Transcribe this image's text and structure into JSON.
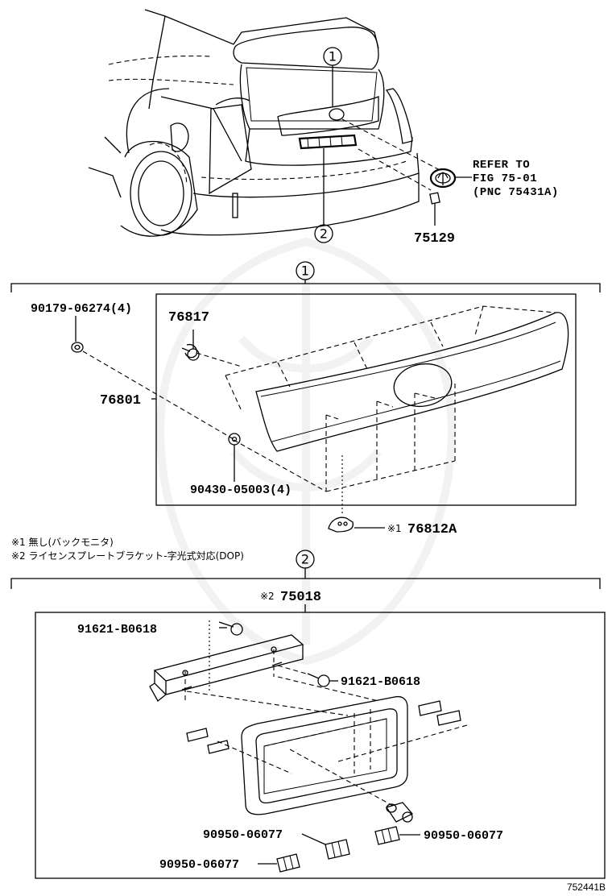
{
  "diagram": {
    "figure_id": "752441B",
    "callouts": {
      "c1_top": "1",
      "c2_top": "2",
      "c1_section": "1",
      "c2_section": "2"
    },
    "refer": {
      "line1": "REFER TO",
      "line2": "FIG 75-01",
      "line3": "(PNC 75431A)"
    },
    "parts": {
      "p75129": "75129",
      "p90179": "90179-06274(4)",
      "p76817": "76817",
      "p76801": "76801",
      "p90430": "90430-05003(4)",
      "p76812A": "76812A",
      "p76812A_mark": "※1",
      "p75018": "75018",
      "p75018_mark": "※2",
      "p91621_a": "91621-B0618",
      "p91621_b": "91621-B0618",
      "p90950_a": "90950-06077",
      "p90950_b": "90950-06077",
      "p90950_c": "90950-06077"
    },
    "notes": {
      "n1": "※1 無し(バックモニタ)",
      "n2": "※2 ライセンスプレートブラケット-字光式対応(DOP)"
    }
  }
}
